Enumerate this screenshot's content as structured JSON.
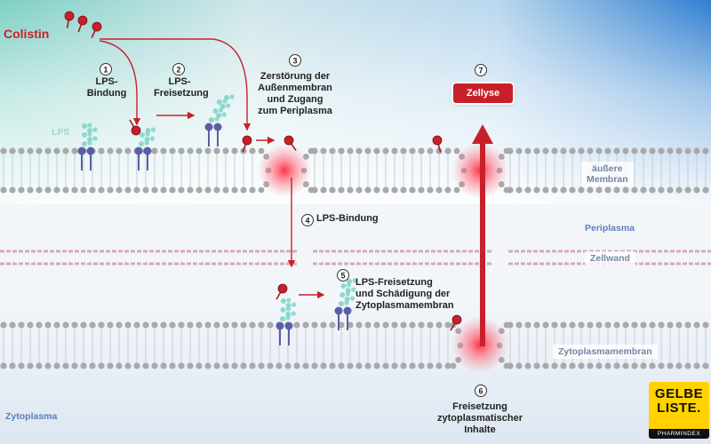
{
  "colistin_label": "Colistin",
  "steps": [
    {
      "num": "1",
      "text": "LPS-\nBindung"
    },
    {
      "num": "2",
      "text": "LPS-\nFreisetzung"
    },
    {
      "num": "3",
      "text": "Zerstörung der\nAußenmembran\nund Zugang\nzum Periplasma"
    },
    {
      "num": "4",
      "text": "LPS-Bindung"
    },
    {
      "num": "5",
      "text": "LPS-Freisetzung\nund Schädigung der\nZytoplasmamembran"
    },
    {
      "num": "6",
      "text": "Freisetzung\nzytoplasmatischer\nInhalte"
    },
    {
      "num": "7",
      "text": "Zellyse"
    }
  ],
  "regions": {
    "lps": "LPS",
    "outer_membrane": "äußere\nMembran",
    "periplasm": "Periplasma",
    "cell_wall": "Zellwand",
    "cytoplasmic_membrane": "Zytoplasmamembran",
    "cytoplasm": "Zytoplasma"
  },
  "logo": {
    "line1": "GELBE",
    "line2": "LISTE.",
    "sub": "PHARMINDEX"
  },
  "colors": {
    "colistin_red": "#c8202a",
    "lps_blue": "#5b5ea6",
    "lps_teal": "#7fd6c8",
    "membrane_gray": "#a7a9ac",
    "cell_wall_pink": "#d9a7c2",
    "region_blue": "#5b7fb8",
    "logo_yellow": "#ffd200"
  }
}
